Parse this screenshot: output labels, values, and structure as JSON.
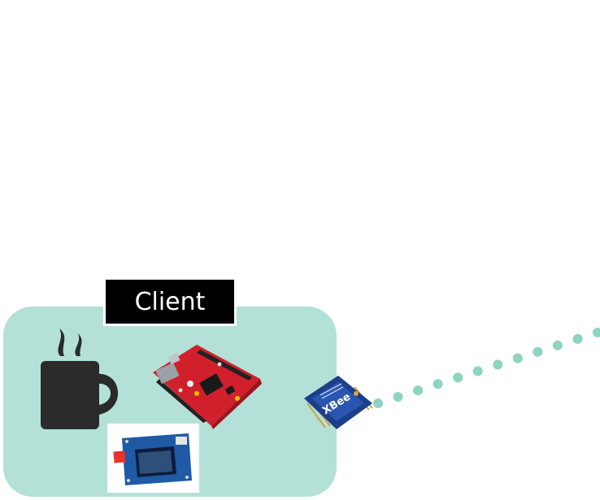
{
  "diagram": {
    "client_label": "Client",
    "colors": {
      "panel": "#b3e1d7",
      "dots": "#8fd3c1",
      "label_bg": "#000000",
      "label_text": "#ffffff"
    },
    "nodes": [
      {
        "name": "mug-icon",
        "kind": "coffee-mug-icon"
      },
      {
        "name": "microcontroller-board",
        "kind": "red development board image"
      },
      {
        "name": "lcd-display-module",
        "kind": "blue LCD module image"
      },
      {
        "name": "xbee-radio-module",
        "kind": "XBee radio image",
        "printed_text": "XBee"
      }
    ]
  }
}
